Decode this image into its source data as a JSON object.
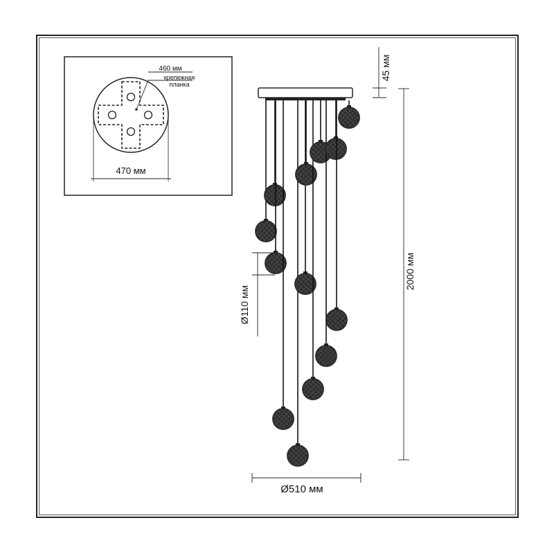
{
  "inset": {
    "plate_label": "460 мм",
    "plate_note_line1": "крепежная",
    "plate_note_line2": "планка",
    "canopy_diameter": "470 мм"
  },
  "dimensions": {
    "canopy_height": "45 мм",
    "total_height": "2000 мм",
    "shade_diameter": "Ø110 мм",
    "overall_diameter": "Ø510 мм"
  },
  "pendants": {
    "count": 13,
    "ball_color": "#2a2a2a",
    "wire_color": "#111111"
  }
}
